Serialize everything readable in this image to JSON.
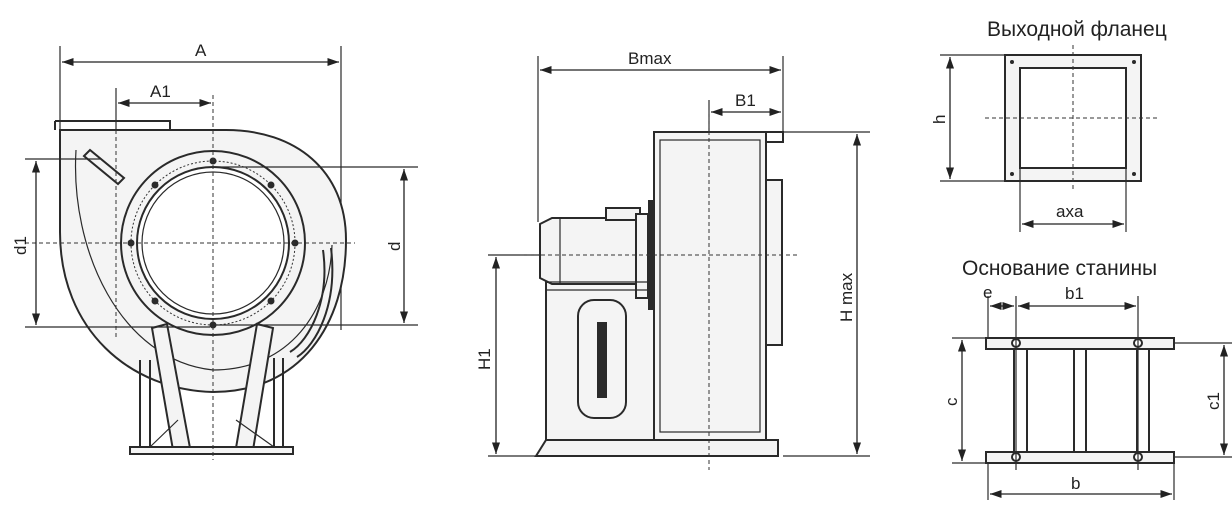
{
  "front_view": {
    "dims": {
      "A": "A",
      "A1": "A1",
      "d": "d",
      "d1": "d1"
    }
  },
  "side_view": {
    "dims": {
      "Bmax": "Bmax",
      "B1": "B1",
      "H1": "H1",
      "Hmax": "H max"
    }
  },
  "outlet_flange": {
    "title": "Выходной фланец",
    "dims": {
      "h": "h",
      "axa": "axa"
    }
  },
  "frame_base": {
    "title": "Основание станины",
    "dims": {
      "e": "e",
      "b1": "b1",
      "c": "c",
      "c1": "c1",
      "b": "b"
    }
  }
}
